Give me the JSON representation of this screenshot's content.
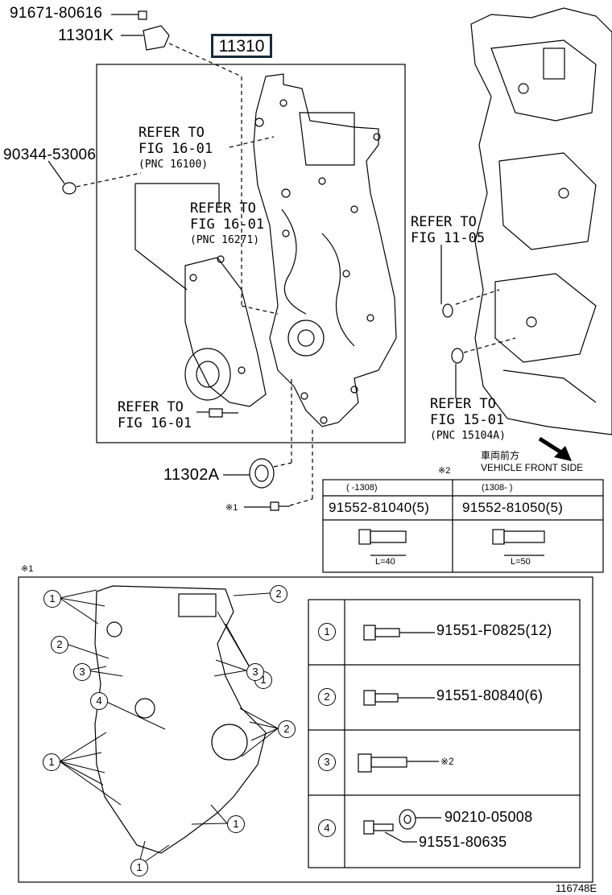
{
  "parts": {
    "p91671": "91671-80616",
    "p11301k": "11301K",
    "p11310": "11310",
    "p90344": "90344-53006",
    "p11302a": "11302A",
    "footer_code": "116748E"
  },
  "refs": {
    "ref1_a": "REFER TO",
    "ref1_b": "FIG 16-01",
    "ref1_c": "(PNC 16100)",
    "ref2_a": "REFER TO",
    "ref2_b": "FIG 16-01",
    "ref2_c": "(PNC 16271)",
    "ref3_a": "REFER TO",
    "ref3_b": "FIG 11-05",
    "ref4_a": "REFER TO",
    "ref4_b": "FIG 16-01",
    "ref5_a": "REFER TO",
    "ref5_b": "FIG 15-01",
    "ref5_c": "(PNC 15104A)"
  },
  "direction": {
    "jp": "車両前方",
    "en": "VEHICLE FRONT SIDE"
  },
  "notes": {
    "note1": "※1",
    "note2": "※2"
  },
  "bolt_table": {
    "col1_header": "(      -1308)",
    "col2_header": "(1308-      )",
    "col1_part": "91552-81040(5)",
    "col2_part": "91552-81050(5)",
    "col1_len": "L=40",
    "col2_len": "L=50"
  },
  "legend": [
    {
      "num": "1",
      "part": "91551-F0825(12)"
    },
    {
      "num": "2",
      "part": "91551-80840(6)"
    },
    {
      "num": "3",
      "part": "※2"
    },
    {
      "num": "4",
      "part": "90210-05008",
      "part2": "91551-80635"
    }
  ],
  "callouts": [
    "1",
    "2",
    "3",
    "4"
  ]
}
